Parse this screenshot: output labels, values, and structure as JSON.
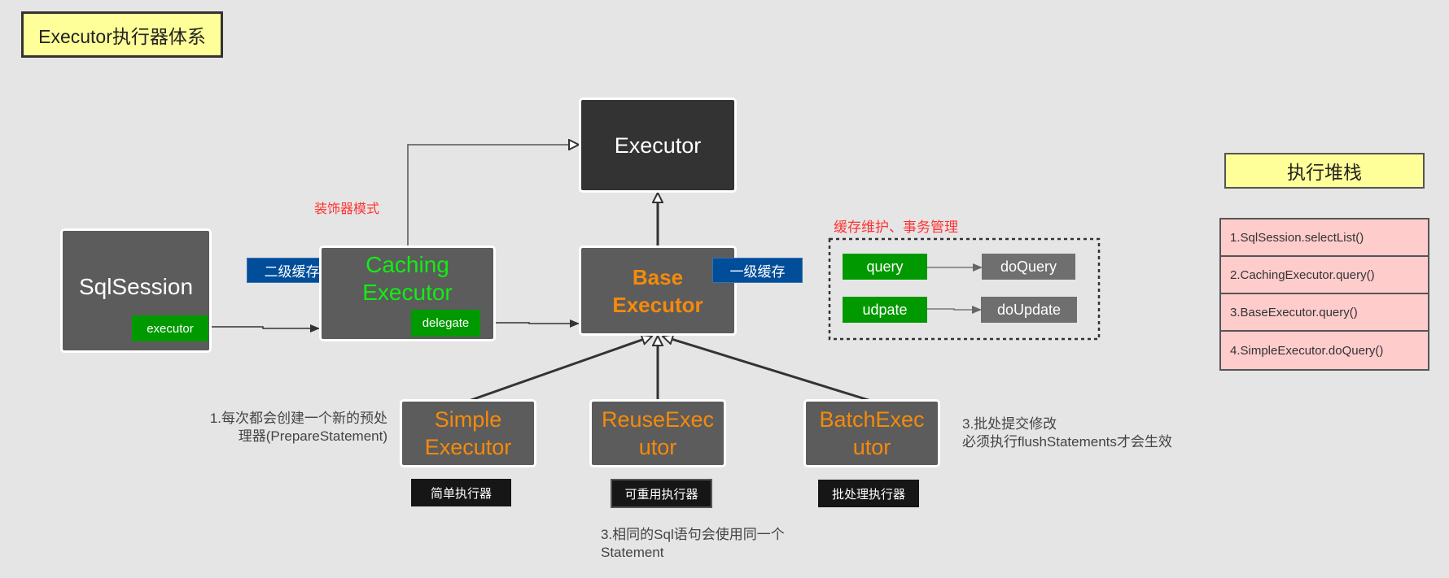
{
  "title": "Executor执行器体系",
  "nodes": {
    "executor": "Executor",
    "sqlsession": "SqlSession",
    "caching": "Caching\nExecutor",
    "base": "Base\nExecutor",
    "simple": "Simple\nExecutor",
    "reuse": "ReuseExec\nutor",
    "batch": "BatchExec\nutor"
  },
  "fields": {
    "sqlsession_executor": "executor",
    "caching_delegate": "delegate"
  },
  "tags": {
    "second_level_cache": "二级缓存",
    "first_level_cache": "一级缓存",
    "simple_cn": "简单执行器",
    "reuse_cn": "可重用执行器",
    "batch_cn": "批处理执行器"
  },
  "labels": {
    "decorator_pattern": "装饰器模式",
    "cache_tx": "缓存维护、事务管理"
  },
  "template_methods": [
    {
      "public": "query",
      "impl": "doQuery"
    },
    {
      "public": "udpate",
      "impl": "doUpdate"
    }
  ],
  "notes": {
    "simple_line1": "1.每次都会创建一个新的预处",
    "simple_line2": "理器(PrepareStatement)",
    "reuse_line1": "3.相同的Sql语句会使用同一个",
    "reuse_line2": "Statement",
    "batch_line1": "3.批处提交修改",
    "batch_line2": "必须执行flushStatements才会生效"
  },
  "stack": {
    "title": "执行堆栈",
    "items": [
      "1.SqlSession.selectList()",
      "2.CachingExecutor.query()",
      "3.BaseExecutor.query()",
      "4.SimpleExecutor.doQuery()"
    ]
  }
}
